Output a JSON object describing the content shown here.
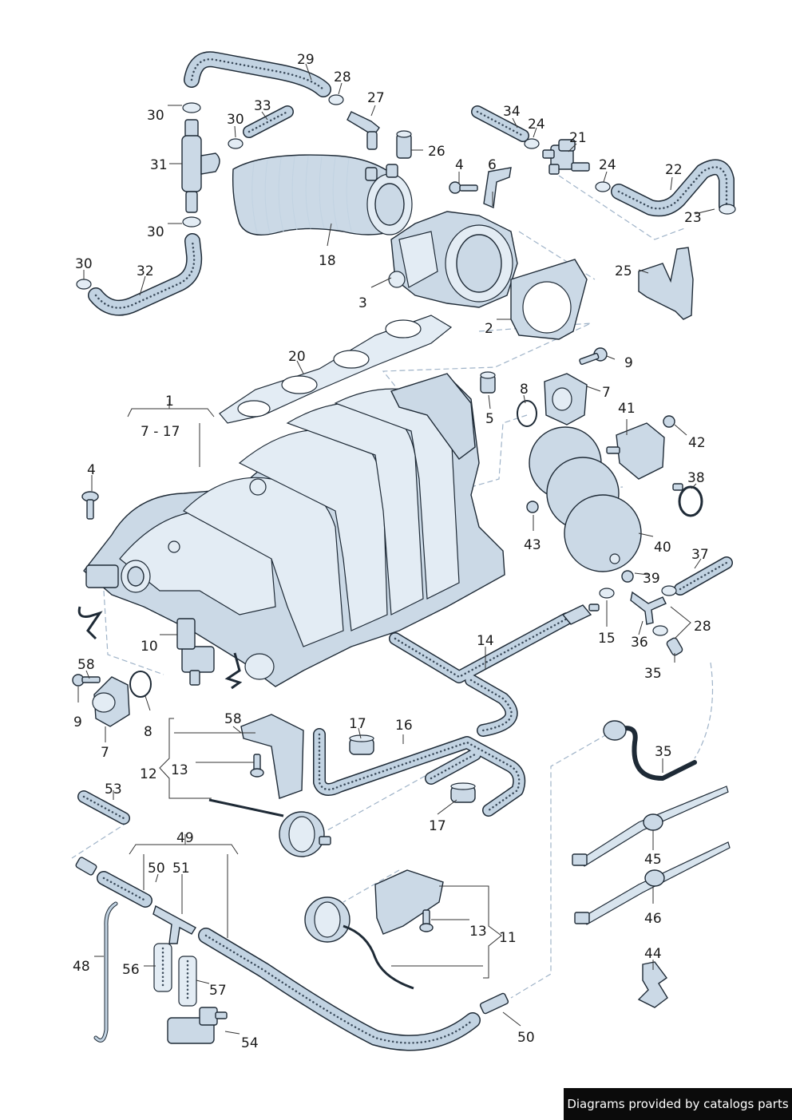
{
  "footer": {
    "text": "Diagrams provided by catalogs parts"
  },
  "callouts": {
    "c29": "29",
    "c28a": "28",
    "c27": "27",
    "c30a": "30",
    "c33": "33",
    "c30b": "30",
    "c31": "31",
    "c26": "26",
    "c34": "34",
    "c24a": "24",
    "c21": "21",
    "c24b": "24",
    "c4a": "4",
    "c6": "6",
    "c22": "22",
    "c23": "23",
    "c30c": "30",
    "c18": "18",
    "c30d": "30",
    "c32": "32",
    "c25": "25",
    "c3": "3",
    "c2": "2",
    "c20": "20",
    "c9a": "9",
    "c8a": "8",
    "c7a": "7",
    "c1": "1",
    "c7_17": "7 - 17",
    "c5": "5",
    "c41": "41",
    "c42": "42",
    "c4b": "4",
    "c38": "38",
    "c43": "43",
    "c40": "40",
    "c37": "37",
    "c39": "39",
    "c10": "10",
    "c15": "15",
    "c36": "36",
    "c28b": "28",
    "c58a": "58",
    "c14": "14",
    "c35a": "35",
    "c9b": "9",
    "c8b": "8",
    "c7b": "7",
    "c58b": "58",
    "c17a": "17",
    "c16": "16",
    "c35b": "35",
    "c13a": "13",
    "c12": "12",
    "c53": "53",
    "c17b": "17",
    "c45": "45",
    "c49": "49",
    "c50a": "50",
    "c51": "51",
    "c46": "46",
    "c13b": "13",
    "c11": "11",
    "c44": "44",
    "c48": "48",
    "c56": "56",
    "c57": "57",
    "c54": "54",
    "c50b": "50"
  },
  "colors": {
    "part_fill": "#cbd9e6",
    "outline": "#1e2a36",
    "dashed_link": "#9fb3c8",
    "footer_bg": "#0b0b0b"
  }
}
